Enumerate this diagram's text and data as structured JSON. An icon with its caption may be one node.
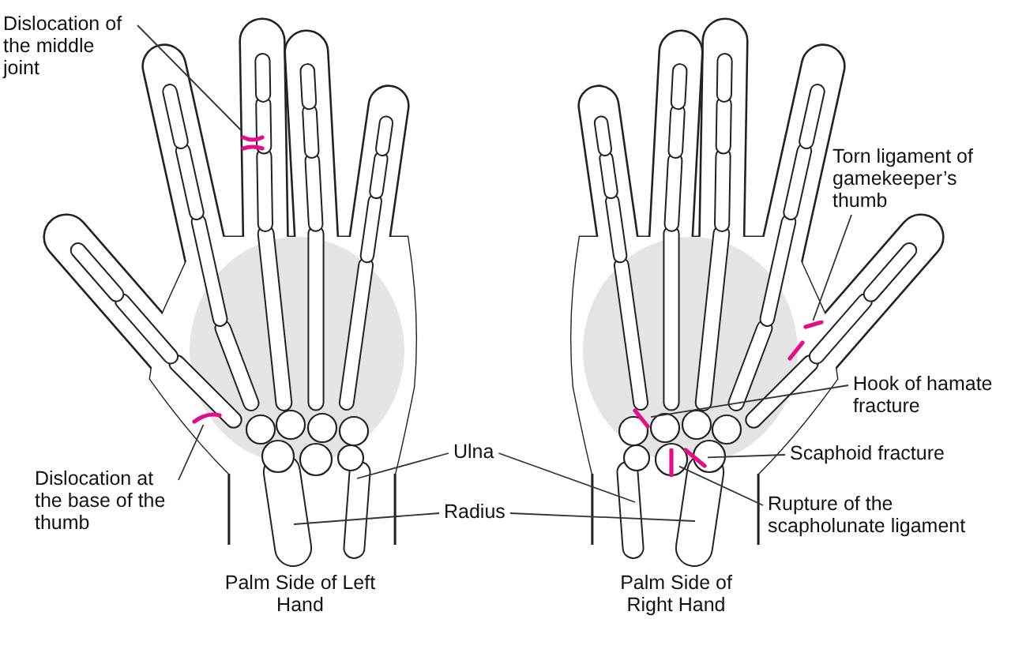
{
  "diagram": {
    "nodes": [
      {
        "text": [
          "Dislocation of the middle joint"
        ]
      },
      {
        "text": [],
        "shape": "bar"
      },
      {
        "text": [
          "Dislocation at the base of the thumb"
        ]
      },
      {
        "text": [],
        "shape": "bar"
      },
      {
        "text": [
          "Ulna"
        ]
      },
      {
        "text": [
          "Radius"
        ]
      },
      {
        "text": [
          "Torn ligament of gamekeeper’s thumb"
        ]
      },
      {
        "text": [],
        "shape": "bar"
      },
      {
        "text": [
          "Hook of hamate fracture"
        ]
      },
      {
        "text": [],
        "shape": "bar"
      },
      {
        "text": [
          "Scaphoid fracture"
        ]
      },
      {
        "text": [],
        "shape": "bar"
      },
      {
        "text": [
          "Rupture of the scapholunate ligament"
        ]
      },
      {
        "text": [],
        "shape": "bar"
      }
    ],
    "edges": [
      {
        "from": 0,
        "to": 1,
        "arrow": "none"
      },
      {
        "from": 2,
        "to": 3,
        "arrow": "none"
      },
      {
        "from": 4,
        "to": null,
        "arrow": "none"
      },
      {
        "from": 4,
        "to": null,
        "arrow": "none"
      },
      {
        "from": 5,
        "to": null,
        "arrow": "none"
      },
      {
        "from": 5,
        "to": null,
        "arrow": "none"
      },
      {
        "from": 6,
        "to": 7,
        "arrow": "none"
      },
      {
        "from": 8,
        "to": 9,
        "arrow": "none"
      },
      {
        "from": 10,
        "to": 11,
        "arrow": "none"
      },
      {
        "from": 12,
        "to": 13,
        "arrow": "none"
      }
    ],
    "labels": [
      "Palm Side of Left Hand",
      "Palm Side of Right Hand"
    ]
  }
}
